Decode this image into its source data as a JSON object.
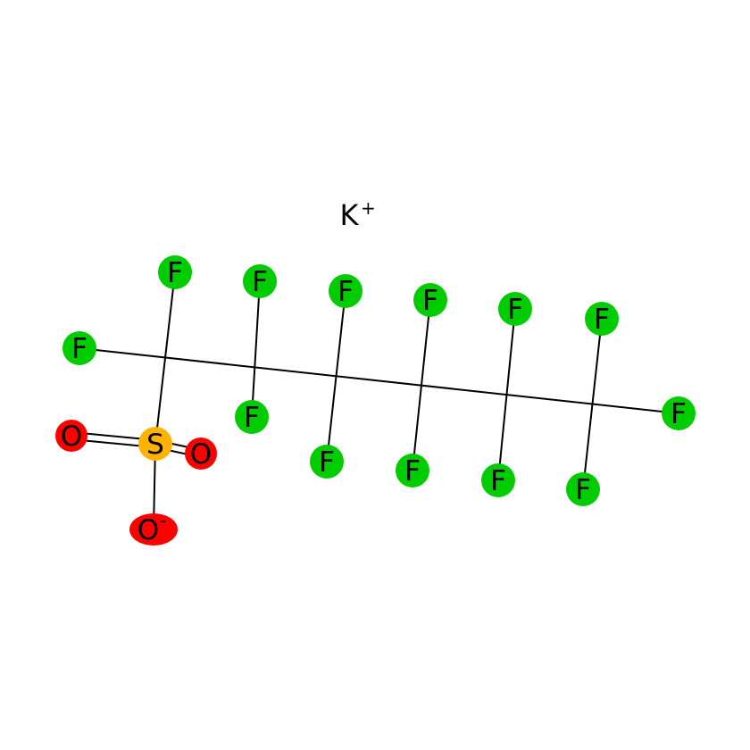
{
  "molecule": {
    "counter_ion": {
      "symbol": "K",
      "charge": "+"
    },
    "element_colors": {
      "F": "#00cc00",
      "O": "#ff0000",
      "S": "#ffb300"
    },
    "atoms": [
      {
        "id": "F1",
        "element": "F",
        "label": "F",
        "charge": ""
      },
      {
        "id": "F2",
        "element": "F",
        "label": "F",
        "charge": ""
      },
      {
        "id": "F3",
        "element": "F",
        "label": "F",
        "charge": ""
      },
      {
        "id": "F4",
        "element": "F",
        "label": "F",
        "charge": ""
      },
      {
        "id": "F5",
        "element": "F",
        "label": "F",
        "charge": ""
      },
      {
        "id": "F6",
        "element": "F",
        "label": "F",
        "charge": ""
      },
      {
        "id": "F7",
        "element": "F",
        "label": "F",
        "charge": ""
      },
      {
        "id": "F8",
        "element": "F",
        "label": "F",
        "charge": ""
      },
      {
        "id": "F9",
        "element": "F",
        "label": "F",
        "charge": ""
      },
      {
        "id": "F10",
        "element": "F",
        "label": "F",
        "charge": ""
      },
      {
        "id": "F11",
        "element": "F",
        "label": "F",
        "charge": ""
      },
      {
        "id": "F12",
        "element": "F",
        "label": "F",
        "charge": ""
      },
      {
        "id": "F13",
        "element": "F",
        "label": "F",
        "charge": ""
      },
      {
        "id": "F14",
        "element": "F",
        "label": "F",
        "charge": ""
      },
      {
        "id": "S1",
        "element": "S",
        "label": "S",
        "charge": ""
      },
      {
        "id": "O1",
        "element": "O",
        "label": "O",
        "charge": ""
      },
      {
        "id": "O2",
        "element": "O",
        "label": "O",
        "charge": ""
      },
      {
        "id": "O3",
        "element": "O",
        "label": "O",
        "charge": "-"
      }
    ],
    "bonds": [
      {
        "from": "F1",
        "to": "F14",
        "order": 1
      },
      {
        "from": "F2",
        "to": "S1",
        "order": 1
      },
      {
        "from": "F3",
        "to": "F4",
        "order": 1
      },
      {
        "from": "F5",
        "to": "F6",
        "order": 1
      },
      {
        "from": "F7",
        "to": "F8",
        "order": 1
      },
      {
        "from": "F9",
        "to": "F10",
        "order": 1
      },
      {
        "from": "F11",
        "to": "F12",
        "order": 1
      },
      {
        "from": "S1",
        "to": "O1",
        "order": 2
      },
      {
        "from": "S1",
        "to": "O2",
        "order": 2
      },
      {
        "from": "S1",
        "to": "O3",
        "order": 1
      }
    ]
  }
}
